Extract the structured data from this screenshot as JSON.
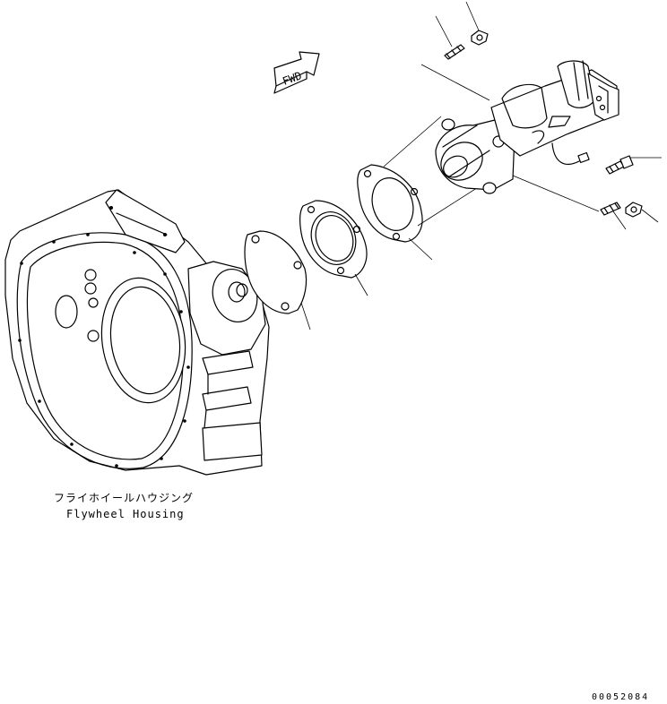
{
  "direction_marker": "FWD",
  "housing_label_jp": "フライホイールハウジング",
  "housing_label_en": "Flywheel Housing",
  "drawing_number": "00052084"
}
